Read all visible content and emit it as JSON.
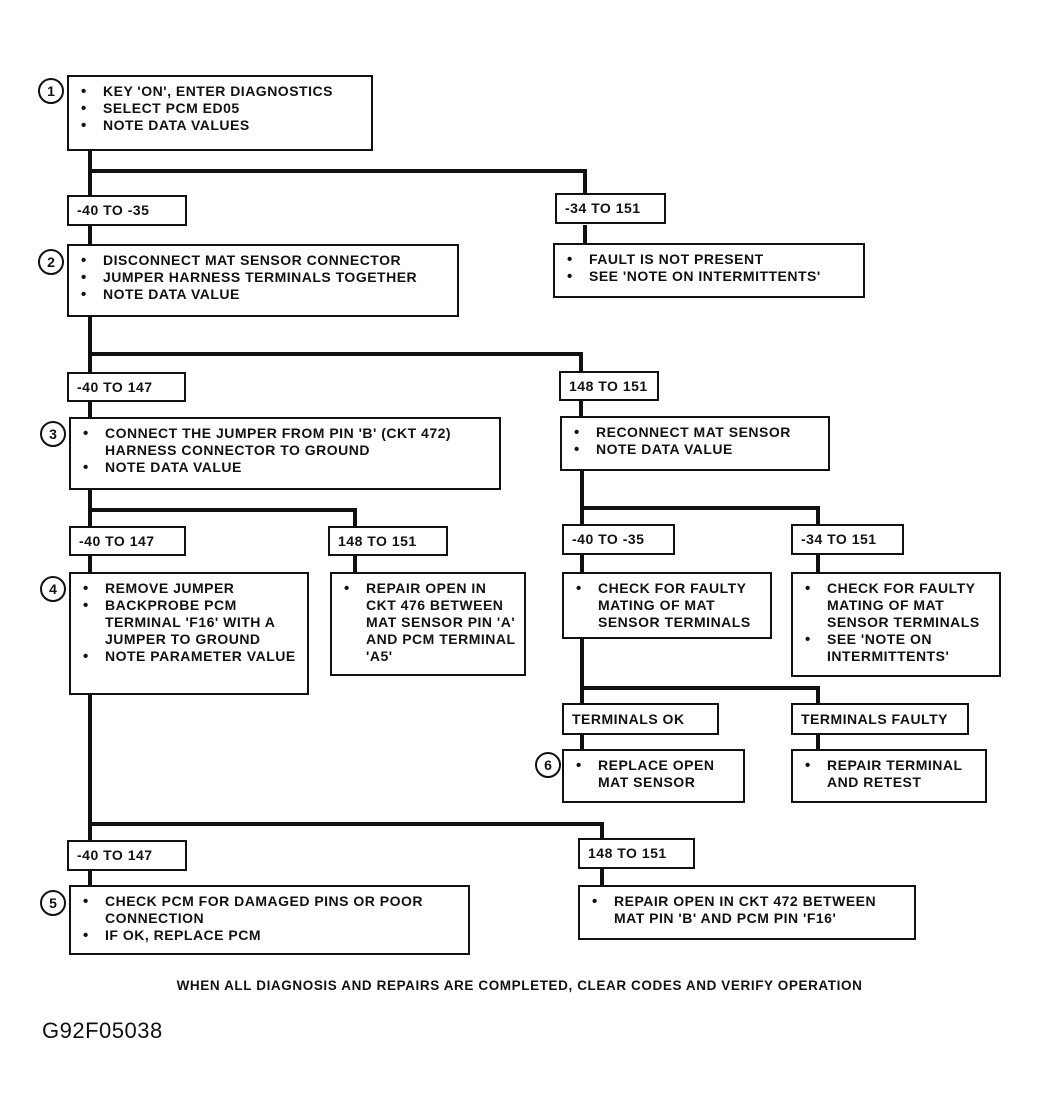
{
  "steps": {
    "s1": {
      "num": "1",
      "items": [
        "KEY 'ON', ENTER DIAGNOSTICS",
        "SELECT PCM ED05",
        "NOTE DATA VALUES"
      ]
    },
    "s2": {
      "num": "2",
      "items": [
        "DISCONNECT MAT SENSOR CONNECTOR",
        "JUMPER HARNESS TERMINALS TOGETHER",
        "NOTE DATA VALUE"
      ]
    },
    "s2r": {
      "items": [
        "FAULT IS NOT PRESENT",
        "SEE 'NOTE ON INTERMITTENTS'"
      ]
    },
    "s3": {
      "num": "3",
      "items": [
        "CONNECT THE JUMPER FROM PIN 'B' (CKT 472) HARNESS CONNECTOR TO GROUND",
        "NOTE DATA VALUE"
      ]
    },
    "s3r": {
      "items": [
        "RECONNECT MAT SENSOR",
        "NOTE DATA VALUE"
      ]
    },
    "s4": {
      "num": "4",
      "items": [
        "REMOVE JUMPER",
        "BACKPROBE PCM TERMINAL 'F16' WITH A JUMPER TO GROUND",
        "NOTE PARAMETER VALUE"
      ]
    },
    "s4m": {
      "items": [
        "REPAIR OPEN IN CKT 476 BETWEEN MAT SENSOR PIN 'A' AND PCM TERMINAL 'A5'"
      ]
    },
    "s4r1": {
      "items": [
        "CHECK FOR FAULTY MATING OF MAT SENSOR TERMINALS"
      ]
    },
    "s4r2": {
      "items": [
        "CHECK FOR FAULTY MATING OF MAT SENSOR TERMINALS",
        "SEE 'NOTE ON INTERMITTENTS'"
      ]
    },
    "s6": {
      "num": "6",
      "items": [
        "REPLACE OPEN MAT SENSOR"
      ]
    },
    "s6r": {
      "items": [
        "REPAIR TERMINAL AND RETEST"
      ]
    },
    "s5": {
      "num": "5",
      "items": [
        "CHECK PCM FOR DAMAGED PINS OR POOR CONNECTION",
        "IF OK, REPLACE PCM"
      ]
    },
    "s5r": {
      "items": [
        "REPAIR OPEN IN CKT 472 BETWEEN MAT PIN 'B' AND PCM PIN 'F16'"
      ]
    }
  },
  "values": {
    "v1a": "-40 TO -35",
    "v1b": "-34 TO 151",
    "v2a": "-40 TO 147",
    "v2b": "148 TO 151",
    "v3a": "-40 TO 147",
    "v3b": "148 TO 151",
    "v3c": "-40 TO -35",
    "v3d": "-34 TO 151",
    "v4a": "TERMINALS OK",
    "v4b": "TERMINALS FAULTY",
    "v5a": "-40 TO 147",
    "v5b": "148 TO 151"
  },
  "footer": "WHEN ALL DIAGNOSIS AND REPAIRS ARE COMPLETED, CLEAR CODES AND VERIFY OPERATION",
  "figure_id": "G92F05038"
}
